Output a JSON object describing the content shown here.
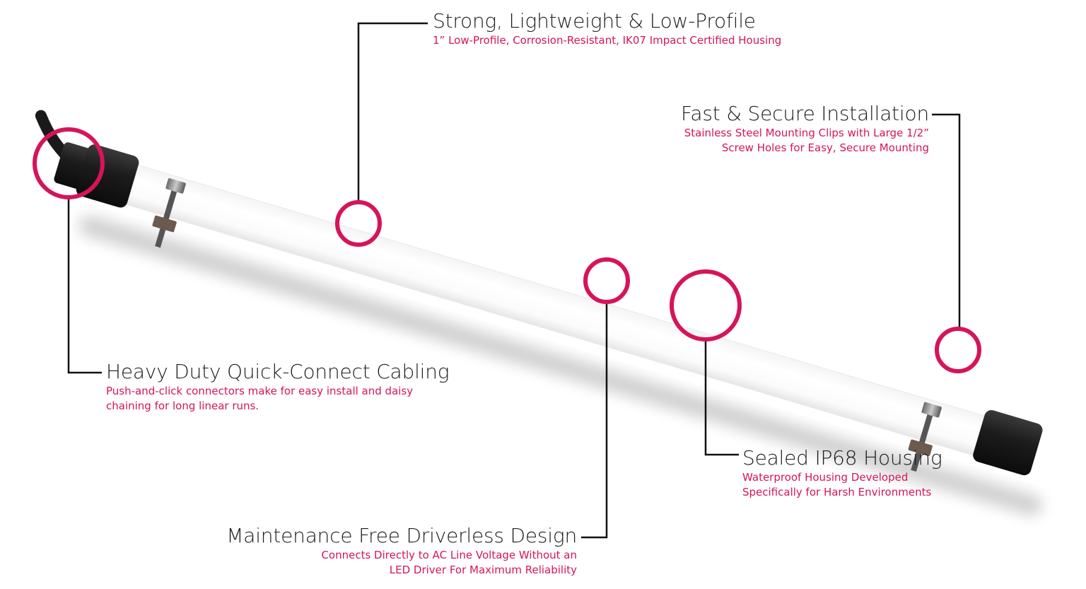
{
  "colors": {
    "accent": "#d6145a",
    "title": "#1e1e1e",
    "leader": "#111111",
    "tube": "#ffffff",
    "end_cap": "#1a1a1a"
  },
  "callouts": {
    "strong": {
      "title": "Strong, Lightweight & Low-Profile",
      "desc": [
        "1” Low-Profile, Corrosion-Resistant, IK07 Impact Certified Housing"
      ]
    },
    "fast": {
      "title": "Fast & Secure Installation",
      "desc": [
        "Stainless Steel Mounting Clips with Large 1/2”",
        "Screw Holes for Easy, Secure Mounting"
      ]
    },
    "heavy": {
      "title": "Heavy Duty Quick-Connect Cabling",
      "desc": [
        "Push-and-click connectors make for easy install and daisy",
        "chaining for long linear runs."
      ]
    },
    "sealed": {
      "title": "Sealed IP68 Housing",
      "desc": [
        "Waterproof Housing Developed",
        "Specifically for Harsh Environments"
      ]
    },
    "maint": {
      "title": "Maintenance Free Driverless Design",
      "desc": [
        "Connects Directly to AC Line Voltage Without an",
        "LED Driver For Maximum Reliability"
      ]
    }
  }
}
